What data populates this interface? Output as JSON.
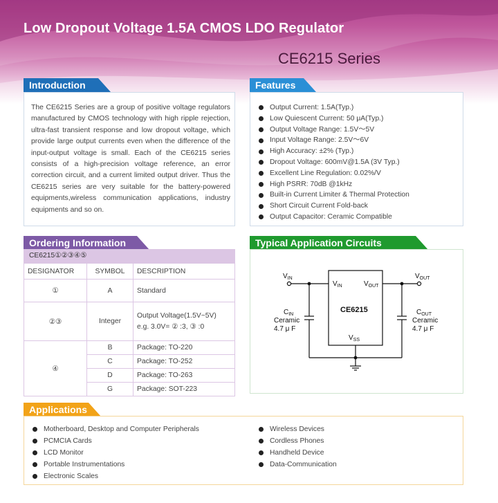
{
  "header": {
    "title": "Low Dropout Voltage 1.5A CMOS LDO Regulator",
    "series": "CE6215 Series"
  },
  "colors": {
    "header_magenta": "#a0237b",
    "intro_tab": "#1f6fb8",
    "features_tab": "#2a8fd6",
    "ordering_tab": "#7d5aa6",
    "circuit_tab": "#1f9a2e",
    "applications_tab": "#f2a318"
  },
  "introduction": {
    "tab": "Introduction",
    "text": "The CE6215 Series are a group of positive voltage regulators manufactured by CMOS technology with high ripple rejection, ultra-fast transient response and low dropout voltage, which provide large output currents even when the difference of the input-output voltage is small. Each of the CE6215 series consists of a high-precision voltage reference, an error correction circuit, and a current limited output driver. Thus the CE6215 series are very suitable for the battery-powered equipments,wireless communication applications, industry equipments and so on."
  },
  "features": {
    "tab": "Features",
    "items": [
      "Output Current: 1.5A(Typ.)",
      "Low Quiescent Current: 50 μA(Typ.)",
      "Output Voltage Range: 1.5V～5V",
      "Input Voltage Range: 2.5V～6V",
      "High Accuracy: ±2% (Typ.)",
      "Dropout Voltage: 600mV@1.5A (3V Typ.)",
      "Excellent Line Regulation: 0.02%/V",
      "High PSRR: 70dB @1kHz",
      "Built-in Current Limiter & Thermal Protection",
      "Short Circuit Current Fold-back",
      "Output Capacitor: Ceramic Compatible"
    ]
  },
  "ordering": {
    "tab": "Ordering Information",
    "code": "CE6215①②③④⑤",
    "headers": [
      "DESIGNATOR",
      "SYMBOL",
      "DESCRIPTION"
    ],
    "row1": {
      "designator": "①",
      "symbol": "A",
      "description": "Standard"
    },
    "row2": {
      "designator": "②③",
      "symbol": "Integer",
      "description_line1": "Output Voltage(1.5V~5V)",
      "description_line2": "e.g. 3.0V= ② :3, ③ :0"
    },
    "row3": {
      "designator": "④",
      "packages": [
        {
          "symbol": "B",
          "description": "Package: TO-220"
        },
        {
          "symbol": "C",
          "description": "Package: TO-252"
        },
        {
          "symbol": "D",
          "description": "Package: TO-263"
        },
        {
          "symbol": "G",
          "description": "Package: SOT-223"
        }
      ]
    }
  },
  "circuit": {
    "tab": "Typical Application Circuits",
    "chip": "CE6215",
    "vin_label": "V",
    "vin_sub": "IN",
    "vout_label": "V",
    "vout_sub": "OUT",
    "pin_vin": "V",
    "pin_vin_sub": "IN",
    "pin_vout": "V",
    "pin_vout_sub": "OUT",
    "pin_vss": "V",
    "pin_vss_sub": "SS",
    "cin_c": "C",
    "cin_sub": "IN",
    "cin_type": "Ceramic",
    "cin_value": "4.7 μ F",
    "cout_c": "C",
    "cout_sub": "OUT",
    "cout_type": "Ceramic",
    "cout_value": "4.7 μ F"
  },
  "applications": {
    "tab": "Applications",
    "left": [
      "Motherboard, Desktop and Computer Peripherals",
      "PCMCIA Cards",
      "LCD Monitor",
      "Portable Instrumentations",
      "Electronic Scales"
    ],
    "right": [
      " Wireless Devices",
      "Cordless Phones",
      "Handheld Device",
      "Data-Communication"
    ]
  }
}
